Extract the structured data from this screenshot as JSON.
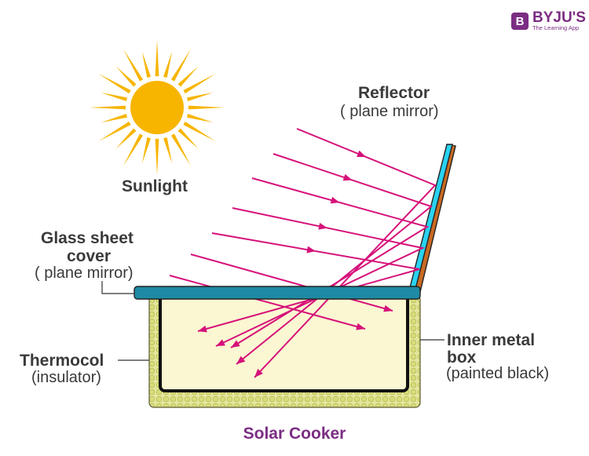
{
  "logo": {
    "badge": "B",
    "name": "BYJU'S",
    "tagline": "The Learning App"
  },
  "title": "Solar Cooker",
  "labels": {
    "sunlight": "Sunlight",
    "reflector": "Reflector",
    "reflector_sub": "( plane mirror)",
    "glass_line1": "Glass sheet",
    "glass_line2": "cover",
    "glass_sub": "( plane mirror)",
    "thermocol": "Thermocol",
    "thermocol_sub": "(insulator)",
    "inner_line1": "Inner metal",
    "inner_line2": "box",
    "inner_sub": "(painted black)"
  },
  "colors": {
    "sun": "#f7b500",
    "ray": "#d6117a",
    "glass": "#1e8aa3",
    "reflector_mirror": "#2ad2f0",
    "reflector_back": "#c96a22",
    "thermocol": "#e3e69a",
    "inner_box": "#fbf7d2",
    "brand": "#7b2d83"
  }
}
